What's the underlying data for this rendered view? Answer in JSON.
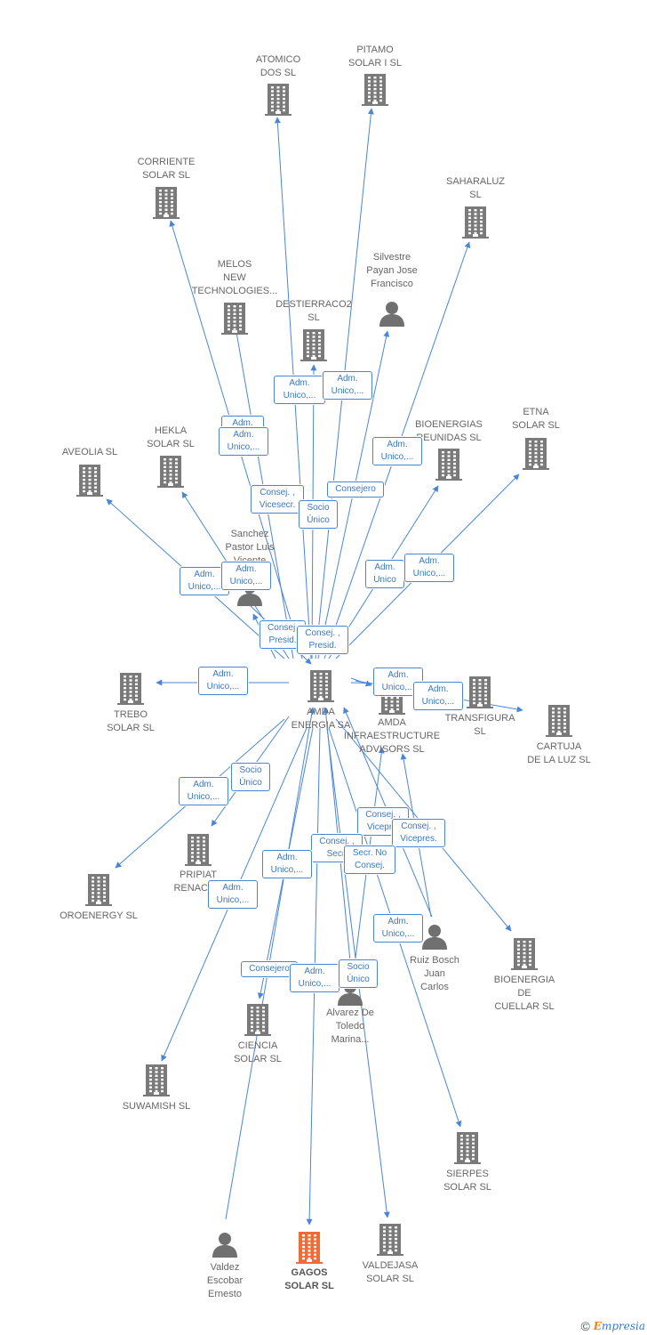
{
  "colors": {
    "edge": "#4a86d8",
    "building": "#7a7a7a",
    "focus": "#f26a35",
    "person": "#707070"
  },
  "nodes": {
    "atomico": {
      "label": "ATOMICO\nDOS  SL",
      "icon": "building-icon"
    },
    "pitamo": {
      "label": "PITAMO\nSOLAR I  SL",
      "icon": "building-icon"
    },
    "corriente": {
      "label": "CORRIENTE\nSOLAR  SL",
      "icon": "building-icon"
    },
    "saharaluz": {
      "label": "SAHARALUZ\nSL",
      "icon": "building-icon"
    },
    "melos": {
      "label": "MELOS\nNEW\nTECHNOLOGIES...",
      "icon": "building-icon"
    },
    "silvestre": {
      "label": "Silvestre\nPayan Jose\nFrancisco",
      "icon": "person-icon"
    },
    "destierraco": {
      "label": "DESTIERRACO2\nSL",
      "icon": "building-icon"
    },
    "hekla": {
      "label": "HEKLA\nSOLAR  SL",
      "icon": "building-icon"
    },
    "aveolia": {
      "label": "AVEOLIA  SL",
      "icon": "building-icon"
    },
    "bioenergias": {
      "label": "BIOENERGIAS\nREUNIDAS SL",
      "icon": "building-icon"
    },
    "etna": {
      "label": "ETNA\nSOLAR  SL",
      "icon": "building-icon"
    },
    "sanchez": {
      "label": "Sanchez\nPastor Luis\nVicente",
      "icon": "person-icon"
    },
    "trebo": {
      "label": "TREBO\nSOLAR  SL",
      "icon": "building-icon"
    },
    "amda_energia": {
      "label": "AMDA\nENERGIA SA",
      "icon": "building-icon"
    },
    "amda_infra": {
      "label": "AMDA\nINFRAESTRUCTURE\nADVISORS  SL",
      "icon": "building-icon"
    },
    "transfigura": {
      "label": "TRANSFIGURA\nSL",
      "icon": "building-icon"
    },
    "cartuja": {
      "label": "CARTUJA\nDE LA LUZ  SL",
      "icon": "building-icon"
    },
    "pripiat": {
      "label": "PRIPIAT\nRENACE...",
      "icon": "building-icon"
    },
    "oroenergy": {
      "label": "OROENERGY SL",
      "icon": "building-icon"
    },
    "ruiz": {
      "label": "Ruiz Bosch\nJuan\nCarlos",
      "icon": "person-icon"
    },
    "bioenergia_cuellar": {
      "label": "BIOENERGIA\nDE\nCUELLAR SL",
      "icon": "building-icon"
    },
    "ciencia": {
      "label": "CIENCIA\nSOLAR  SL",
      "icon": "building-icon"
    },
    "alvarez": {
      "label": "Alvarez De\nToledo\nMarina...",
      "icon": "person-icon"
    },
    "suwamish": {
      "label": "SUWAMISH  SL",
      "icon": "building-icon"
    },
    "sierpes": {
      "label": "SIERPES\nSOLAR  SL",
      "icon": "building-icon"
    },
    "valdez": {
      "label": "Valdez\nEscobar\nErnesto",
      "icon": "person-icon"
    },
    "gagos": {
      "label": "GAGOS\nSOLAR  SL",
      "icon": "building-icon"
    },
    "valdejasa": {
      "label": "VALDEJASA\nSOLAR  SL",
      "icon": "building-icon"
    }
  },
  "relations": [
    "Adm.\nUnico,...",
    "Adm.\nUnico,...",
    "Adm.",
    "Adm.\nUnico,...",
    "Consej. ,\nVicesecr.",
    "Socio\nÚnico",
    "Consejero",
    "Adm.\nUnico,...",
    "Adm.\nUnico",
    "Adm.\nUnico,...",
    "Adm.\nUnico,...",
    "Adm.\nUnico,...",
    "Consej.\nPresid.",
    "Consej. ,\nPresid.",
    "Adm.\nUnico,...",
    "Adm.\nUnico,...",
    "Adm.\nUnico,...",
    "Socio\nÚnico",
    "Adm.\nUnico,...",
    "Consej. ,\nVicepr...",
    "Consej. ,\nVicepres.",
    "Consej. ,\nSecr.",
    "Secr.  No\nConsej.",
    "Adm.\nUnico,...",
    "Adm.\nUnico,...",
    "Adm.\nUnico,...",
    "Consejero",
    "Adm.\nUnico,...",
    "Socio\nÚnico"
  ],
  "brand": {
    "copyright": "©",
    "name_first": "E",
    "name_rest": "mpresia"
  }
}
